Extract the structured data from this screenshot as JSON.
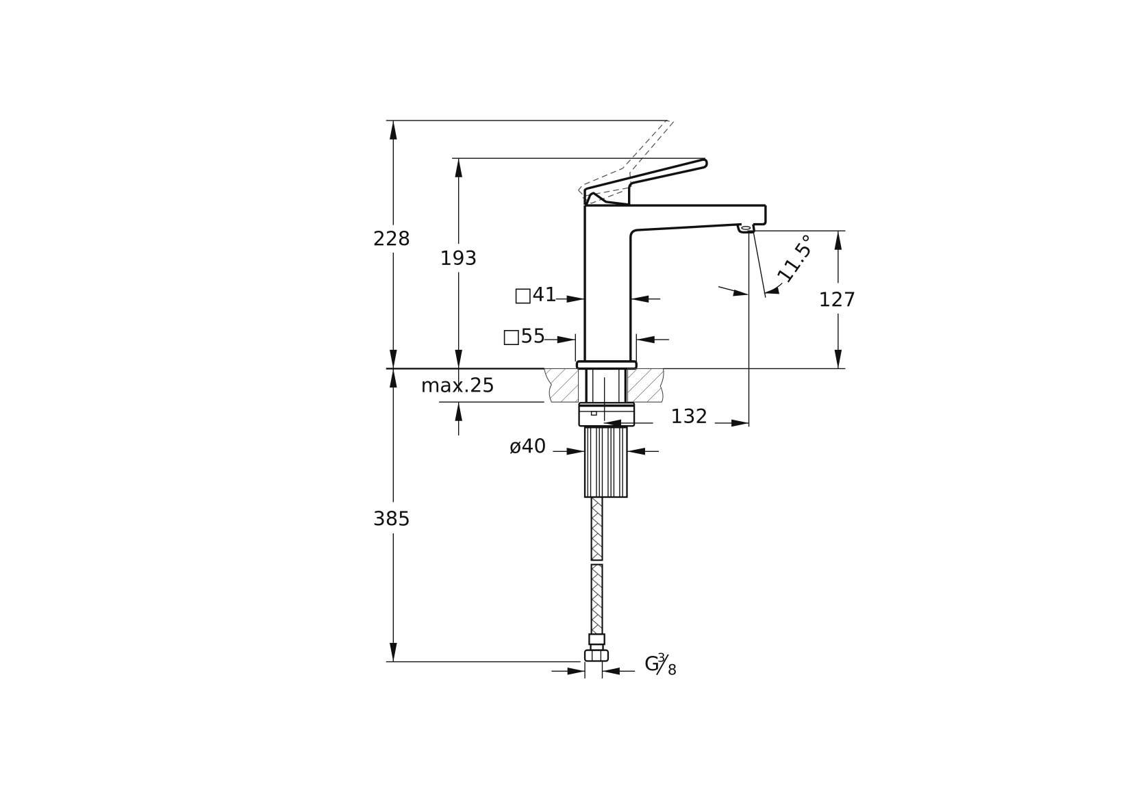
{
  "drawing": {
    "subject": "Single-lever basin mixer tap – technical dimension drawing",
    "line_color": "#111111",
    "background": "#ffffff"
  },
  "dimensions": {
    "total_height_open_lever": "228",
    "height_to_lever": "193",
    "spout_outlet_height": "127",
    "spout_angle": "11.5°",
    "body_square": "□41",
    "base_square": "□55",
    "max_counter_thickness": "max.25",
    "spout_reach": "132",
    "shank_diameter": "ø40",
    "hose_length": "385",
    "connection_thread_main": "G",
    "connection_thread_num": "3",
    "connection_thread_den": "8"
  }
}
